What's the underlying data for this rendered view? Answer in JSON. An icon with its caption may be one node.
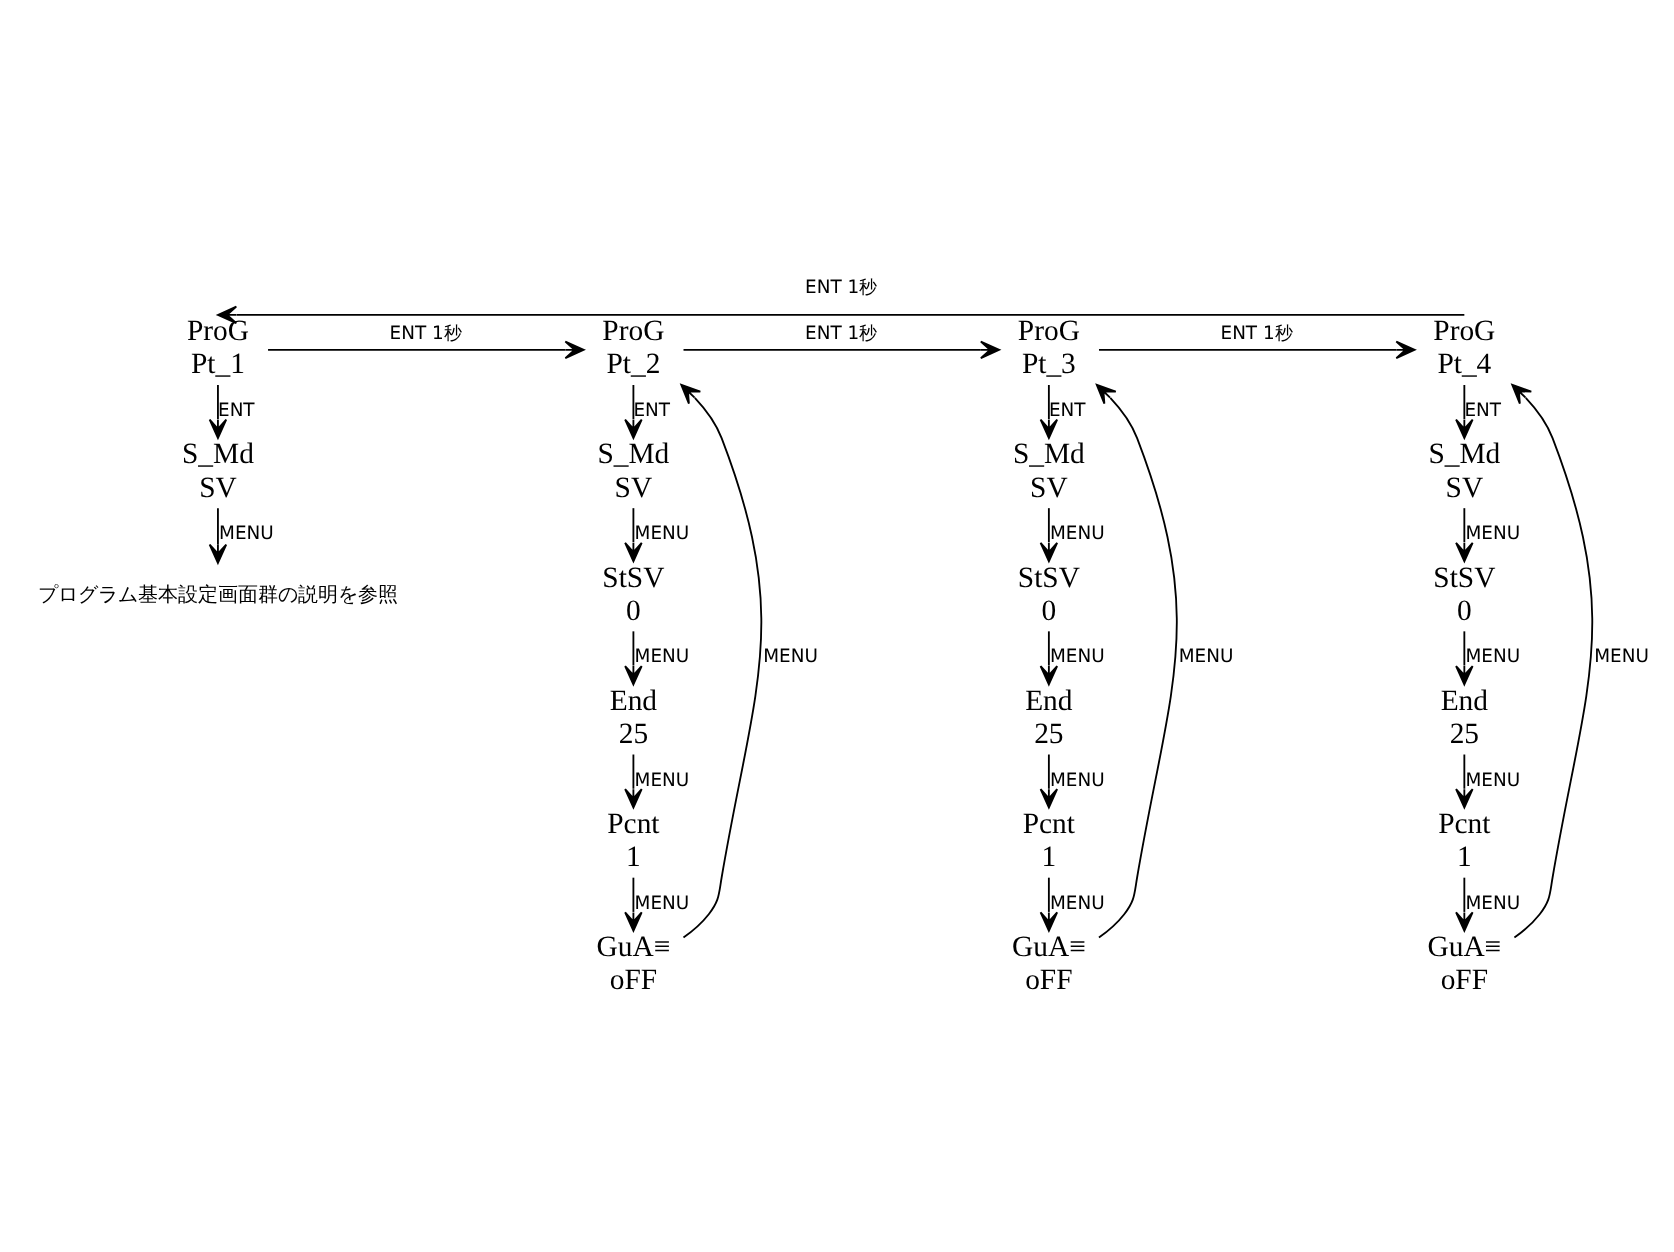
{
  "diagram": {
    "nodes": [
      {
        "text": [
          "ProG",
          "Pt_1"
        ]
      },
      {
        "text": [
          "S_Md",
          "SV"
        ]
      },
      {
        "text": [
          "プログラム基本設定画面群の説明を参照"
        ]
      },
      {
        "text": [
          "ProG",
          "Pt_2"
        ]
      },
      {
        "text": [
          "S_Md",
          "SV"
        ]
      },
      {
        "text": [
          "StSV",
          "0"
        ]
      },
      {
        "text": [
          "End",
          "25"
        ]
      },
      {
        "text": [
          "Pcnt",
          "1"
        ]
      },
      {
        "text": [
          "GuA≡",
          "oFF"
        ]
      },
      {
        "text": [
          "ProG",
          "Pt_3"
        ]
      },
      {
        "text": [
          "S_Md",
          "SV"
        ]
      },
      {
        "text": [
          "StSV",
          "0"
        ]
      },
      {
        "text": [
          "End",
          "25"
        ]
      },
      {
        "text": [
          "Pcnt",
          "1"
        ]
      },
      {
        "text": [
          "GuA≡",
          "oFF"
        ]
      },
      {
        "text": [
          "ProG",
          "Pt_4"
        ]
      },
      {
        "text": [
          "S_Md",
          "SV"
        ]
      },
      {
        "text": [
          "StSV",
          "0"
        ]
      },
      {
        "text": [
          "End",
          "25"
        ]
      },
      {
        "text": [
          "Pcnt",
          "1"
        ]
      },
      {
        "text": [
          "GuA≡",
          "oFF"
        ]
      }
    ],
    "edges": [
      {
        "from": 0,
        "to": 3,
        "arrow": "to",
        "label": "ENT 1秒"
      },
      {
        "from": 3,
        "to": 9,
        "arrow": "to",
        "label": "ENT 1秒"
      },
      {
        "from": 9,
        "to": 15,
        "arrow": "to",
        "label": "ENT 1秒"
      },
      {
        "from": 15,
        "to": 0,
        "arrow": "to",
        "label": "ENT 1秒"
      },
      {
        "from": 0,
        "to": 1,
        "arrow": "to",
        "label": "ENT"
      },
      {
        "from": 1,
        "to": 2,
        "arrow": "to",
        "label": "MENU"
      },
      {
        "from": 3,
        "to": 4,
        "arrow": "to",
        "label": "ENT"
      },
      {
        "from": 4,
        "to": 5,
        "arrow": "to",
        "label": "MENU"
      },
      {
        "from": 5,
        "to": 6,
        "arrow": "to",
        "label": "MENU"
      },
      {
        "from": 6,
        "to": 7,
        "arrow": "to",
        "label": "MENU"
      },
      {
        "from": 7,
        "to": 8,
        "arrow": "to",
        "label": "MENU"
      },
      {
        "from": 8,
        "to": 3,
        "arrow": "to",
        "label": "MENU"
      },
      {
        "from": 9,
        "to": 10,
        "arrow": "to",
        "label": "ENT"
      },
      {
        "from": 10,
        "to": 11,
        "arrow": "to",
        "label": "MENU"
      },
      {
        "from": 11,
        "to": 12,
        "arrow": "to",
        "label": "MENU"
      },
      {
        "from": 12,
        "to": 13,
        "arrow": "to",
        "label": "MENU"
      },
      {
        "from": 13,
        "to": 14,
        "arrow": "to",
        "label": "MENU"
      },
      {
        "from": 14,
        "to": 9,
        "arrow": "to",
        "label": "MENU"
      },
      {
        "from": 15,
        "to": 16,
        "arrow": "to",
        "label": "ENT"
      },
      {
        "from": 16,
        "to": 17,
        "arrow": "to",
        "label": "MENU"
      },
      {
        "from": 17,
        "to": 18,
        "arrow": "to",
        "label": "MENU"
      },
      {
        "from": 18,
        "to": 19,
        "arrow": "to",
        "label": "MENU"
      },
      {
        "from": 19,
        "to": 20,
        "arrow": "to",
        "label": "MENU"
      },
      {
        "from": 20,
        "to": 15,
        "arrow": "to",
        "label": "MENU"
      }
    ]
  }
}
